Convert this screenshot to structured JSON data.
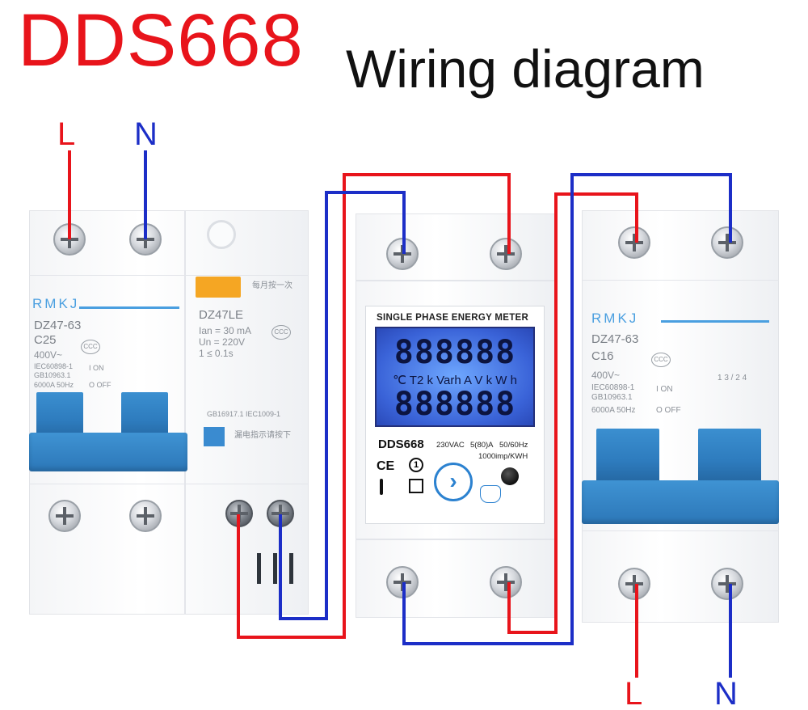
{
  "title": {
    "model": "DDS668",
    "text": "Wiring diagram"
  },
  "inputs": {
    "live": "L",
    "neutral": "N"
  },
  "outputs": {
    "live": "L",
    "neutral": "N"
  },
  "rcbo": {
    "brand": "RMKJ",
    "model": "DZ47-63",
    "rating": "C25",
    "voltage": "400V~",
    "standard1": "IEC60898-1",
    "standard2": "GB10963.1",
    "breaking": "6000A 50Hz",
    "on": "I ON",
    "off": "O OFF",
    "rcd_note_top": "每月按一次",
    "rcd_model": "DZ47LE",
    "rcd_ian": "Ian = 30 mA",
    "rcd_un": "Un = 220V",
    "rcd_time": "1 ≤ 0.1s",
    "rcd_std": "GB16917.1  IEC1009-1",
    "rcd_note_bottom": "漏电指示请按下"
  },
  "meter": {
    "header": "SINGLE PHASE ENERGY METER",
    "digits_top": "888888",
    "units": "℃ T2 k Varh A V k W h",
    "digits_bottom": "888888",
    "model": "DDS668",
    "spec_voltage": "230VAC",
    "spec_current": "5(80)A",
    "spec_freq": "50/60Hz",
    "spec_imp": "1000imp/KWH",
    "mark_ce": "CE",
    "mark_one": "1"
  },
  "mcb": {
    "brand": "RMKJ",
    "model": "DZ47-63",
    "rating": "C16",
    "voltage": "400V~",
    "standard1": "IEC60898-1",
    "standard2": "GB10963.1",
    "breaking": "6000A 50Hz",
    "on": "I ON",
    "off": "O OFF",
    "terminals": "1 3 / 2 4"
  },
  "colors": {
    "live": "#e8141b",
    "neutral": "#1c2ec7",
    "accent": "#3a8bd0"
  }
}
